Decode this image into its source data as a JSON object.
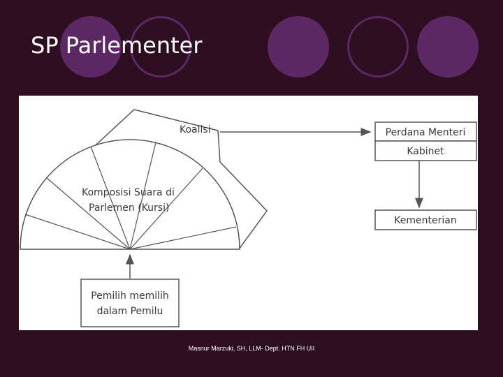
{
  "slide": {
    "title": "SP Parlementer",
    "footer": "Masnur Marzuki, SH, LLM- Dept. HTN FH UII"
  },
  "diagram": {
    "koalisi": "Koalisi",
    "komposisi_line1": "Komposisi Suara di",
    "komposisi_line2": "Parlemen (Kursi)",
    "perdana_menteri": "Perdana Menteri",
    "kabinet": "Kabinet",
    "kementerian": "Kementerian",
    "pemilih_line1": "Pemilih memilih",
    "pemilih_line2": "dalam Pemilu"
  },
  "colors": {
    "background": "#2e0f22",
    "accent_purple": "#5e2766",
    "diagram_stroke": "#555555"
  }
}
